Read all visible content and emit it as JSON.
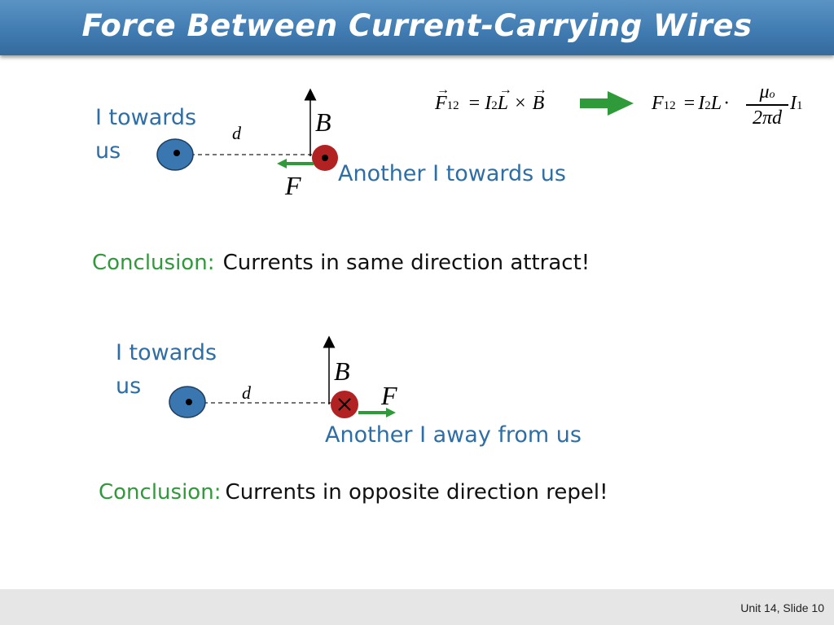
{
  "slide": {
    "title": "Force Between Current-Carrying Wires",
    "footer": "Unit 14, Slide 10"
  },
  "case1": {
    "wire1_label": "I towards us",
    "distance_label": "d",
    "field_label": "B",
    "force_label": "F",
    "wire2_label": "Another I towards us",
    "conclusion_label": "Conclusion:",
    "conclusion_text": "Currents in same direction attract!"
  },
  "case2": {
    "wire1_label": "I towards us",
    "distance_label": "d",
    "field_label": "B",
    "force_label": "F",
    "wire2_label": "Another I away from us",
    "conclusion_label": "Conclusion:",
    "conclusion_text": "Currents in opposite direction repel!"
  },
  "equations": {
    "eq1": {
      "F": "F",
      "F_sub": "12",
      "I": "I",
      "I_sub": "2",
      "L": "L",
      "cross": "×",
      "B": "B",
      "eq": "="
    },
    "eq2": {
      "F": "F",
      "F_sub": "12",
      "eq": "=",
      "I": "I",
      "I_sub": "2",
      "L": "L",
      "dot": "·",
      "mu": "μ",
      "mu_sub": "o",
      "denominator": "2πd",
      "I1": "I",
      "I1_sub": "1"
    }
  },
  "colors": {
    "title_bar": "#3f7ab0",
    "wire_blue": "#3a76b0",
    "wire_red": "#b22222",
    "arrow_green": "#2f9a3a",
    "text_blue": "#2e6ea6",
    "text_green": "#2f9a3a"
  }
}
